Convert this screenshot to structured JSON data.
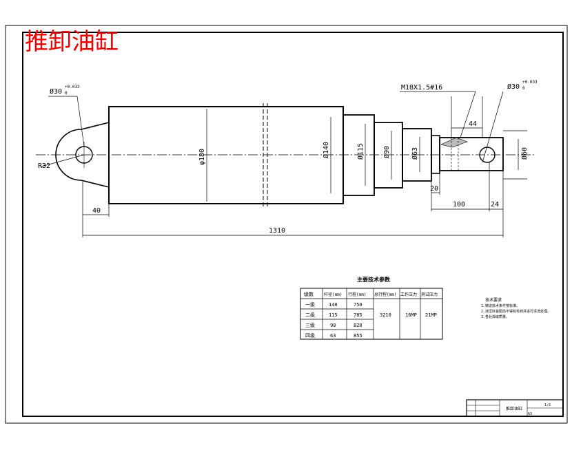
{
  "drawing": {
    "title": "推卸油缸",
    "dimensions": {
      "pin_hole_left": "Ø30",
      "pin_hole_left_tol": "+0.033",
      "pin_hole_left_tol2": "0",
      "radius_left": "R32",
      "barrel_dia": "φ180",
      "stage1_dia": "Ø140",
      "stage2_dia": "Ø115",
      "stage3_dia": "Ø90",
      "stage4_dia": "Ø63",
      "rod_end_dia": "Ø60",
      "thread": "M18X1.5#16",
      "pin_hole_right": "Ø30",
      "pin_hole_right_tol": "+0.033",
      "pin_hole_right_tol2": "0",
      "dim_44": "44",
      "dim_20": "20",
      "dim_100": "100",
      "dim_24": "24",
      "dim_40": "40",
      "dim_1310": "1310"
    },
    "params_table": {
      "caption": "主要技术参数",
      "headers": [
        "级数",
        "杆径(mm)",
        "行程(mm)",
        "总行程(mm)",
        "工作压力",
        "测试压力"
      ],
      "rows": [
        [
          "一级",
          "140",
          "750"
        ],
        [
          "二级",
          "115",
          "785"
        ],
        [
          "三级",
          "90",
          "820"
        ],
        [
          "四级",
          "63",
          "855"
        ]
      ],
      "total_stroke": "3210",
      "working_pressure": "16MP",
      "test_pressure": "21MP"
    },
    "tech_requirements": {
      "title": "技术要求",
      "items": [
        "1.铸造技术条件按标准。",
        "2.液压缸装配前不得有毛刺并进行清洗处理。",
        "3.各处焊缝质量。"
      ]
    },
    "title_block": {
      "name": "推卸油缸",
      "scale": "1:5",
      "sheet": "A3"
    }
  }
}
